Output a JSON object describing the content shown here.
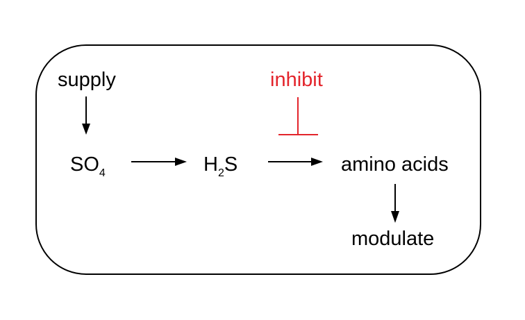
{
  "nodes": {
    "supply": "supply",
    "so4": {
      "base": "SO",
      "sub": "4"
    },
    "h2s": {
      "pre": "H",
      "sub": "2",
      "post": "S"
    },
    "amino_acids": "amino acids",
    "modulate": "modulate"
  },
  "inhibitor": {
    "label": "inhibit",
    "color": "#e3242b"
  },
  "colors": {
    "stroke": "#000000",
    "background": "#ffffff"
  }
}
